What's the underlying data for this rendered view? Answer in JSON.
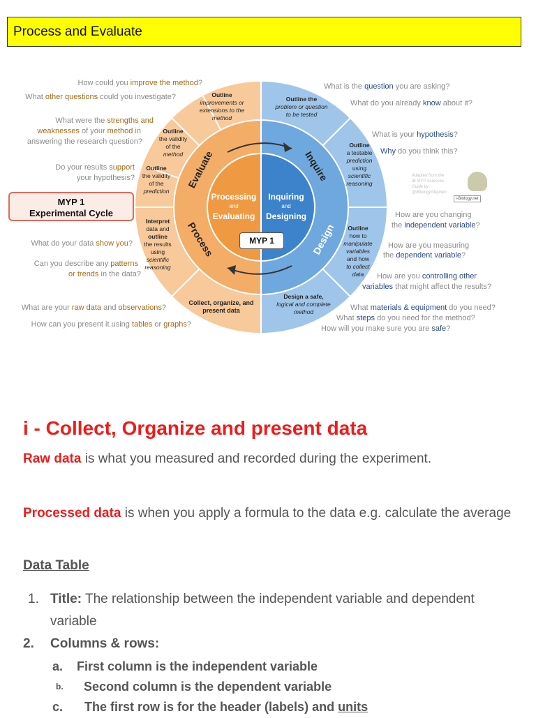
{
  "header": {
    "title": "Process and Evaluate"
  },
  "diagram": {
    "center_left_line1": "Processing",
    "center_left_and": "and",
    "center_left_line2": "Evaluating",
    "center_right_line1": "Inquiring",
    "center_right_and": "and",
    "center_right_line2": "Designing",
    "center_badge": "MYP 1",
    "arc_labels": {
      "evaluate": "Evaluate",
      "inquire": "Inquire",
      "process": "Process",
      "design": "Design"
    },
    "sectors": {
      "top_left": [
        "Outline",
        "improvements or",
        "extensions to the",
        "method"
      ],
      "upper_left": [
        "Outline",
        "the validity",
        "of the",
        "method"
      ],
      "mid_left": [
        "Outline",
        "the validity",
        "of the",
        "prediction"
      ],
      "lower_left": [
        "Interpret",
        "data and",
        "outline",
        "the results",
        "using",
        "scientific",
        "reasoning"
      ],
      "bottom_left": [
        "Collect, organize, and",
        "present data"
      ],
      "top_right": [
        "Outline the",
        "problem or question",
        "to be tested"
      ],
      "upper_right": [
        "Outline",
        "a testable",
        "prediction",
        "using",
        "scientific",
        "reasoning"
      ],
      "lower_right": [
        "Outline",
        "how to",
        "manipulate",
        "variables",
        "and how",
        "to collect",
        "data"
      ],
      "bottom_right": [
        "Design a safe,",
        "logical and complete",
        "method"
      ]
    },
    "cycle_box": {
      "line1": "MYP 1",
      "line2": "Experimental Cycle"
    },
    "credit": [
      "Adapted from the",
      "IB MYP Sciences",
      "Guide by",
      "@IBiologyStephen",
      "i-Biology.net"
    ],
    "left_questions": [
      {
        "pre": "How could you ",
        "bold": "improve the method",
        "post": "?"
      },
      {
        "pre": "What ",
        "bold": "other questions",
        "post": " could you investigate?"
      },
      {
        "pre": "What were the ",
        "bold": "strengths and",
        "post": ""
      },
      {
        "pre": "",
        "bold": "weaknesses",
        "post": " of your "
      },
      {
        "pre": "",
        "bold": "method",
        "post": " in"
      },
      {
        "pre": "answering the research question?",
        "bold": "",
        "post": ""
      },
      {
        "pre": "Do your results ",
        "bold": "support",
        "post": ""
      },
      {
        "pre": "your hypothesis?",
        "bold": "",
        "post": ""
      },
      {
        "pre": "What do your data ",
        "bold": "show you",
        "post": "?"
      },
      {
        "pre": "Can you describe any ",
        "bold": "patterns",
        "post": ""
      },
      {
        "pre": "",
        "bold": "or trends",
        "post": " in the data?"
      },
      {
        "pre": "What are your ",
        "bold": "raw data",
        "post": " and "
      },
      {
        "pre": "",
        "bold": "observations",
        "post": "?"
      },
      {
        "pre": "How can you present it using ",
        "bold": "tables",
        "post": " or "
      },
      {
        "pre": "",
        "bold": "graphs",
        "post": "?"
      }
    ],
    "right_questions": [
      {
        "pre": "What is the ",
        "bold": "question",
        "post": " you are asking?"
      },
      {
        "pre": "What do you already ",
        "bold": "know",
        "post": " about it?"
      },
      {
        "pre": "What is your ",
        "bold": "hypothesis",
        "post": "?"
      },
      {
        "pre": "",
        "bold": "Why",
        "post": " do you think this?"
      },
      {
        "pre": "How are you changing",
        "bold": "",
        "post": ""
      },
      {
        "pre": "the ",
        "bold": "independent variable",
        "post": "?"
      },
      {
        "pre": "How are you measuring",
        "bold": "",
        "post": ""
      },
      {
        "pre": "the ",
        "bold": "dependent variable",
        "post": "?"
      },
      {
        "pre": "How are you ",
        "bold": "controlling other",
        "post": ""
      },
      {
        "pre": "",
        "bold": "variables",
        "post": " that might affect the results?"
      },
      {
        "pre": "What ",
        "bold": "materials & equipment",
        "post": " do you need?"
      },
      {
        "pre": "What ",
        "bold": "steps",
        "post": " do you need for the method?"
      },
      {
        "pre": "How will you make sure you are ",
        "bold": "safe",
        "post": "?"
      }
    ]
  },
  "section": {
    "title": "i - Collect, Organize and present data",
    "raw_label": "Raw data",
    "raw_text": " is what you measured and recorded during the experiment.",
    "processed_label": "Processed data",
    "processed_text": " is when you apply a formula to the data e.g. calculate the average",
    "data_table_heading": "Data Table",
    "list": {
      "item1_num": "1.",
      "item1_label": "Title:",
      "item1_text": " The relationship between the independent variable and dependent variable",
      "item2_num": "2.",
      "item2_label": "Columns & rows:",
      "sub_a_num": "a.",
      "sub_a_text": "First column is the independent variable",
      "sub_b_num": "b.",
      "sub_b_text": "Second column is the dependent variable",
      "sub_c_num": "c.",
      "sub_c_text": "The first row is for the header (labels) and ",
      "sub_c_underlined": "units"
    }
  },
  "colors": {
    "header_bg": "#ffff00",
    "orange_outer": "#f8c99a",
    "orange_mid": "#f3ad67",
    "orange_inner": "#ef9a43",
    "blue_outer": "#9fc6ea",
    "blue_mid": "#6fa8de",
    "blue_inner": "#3d83cc",
    "red_text": "#ee1c1c"
  }
}
